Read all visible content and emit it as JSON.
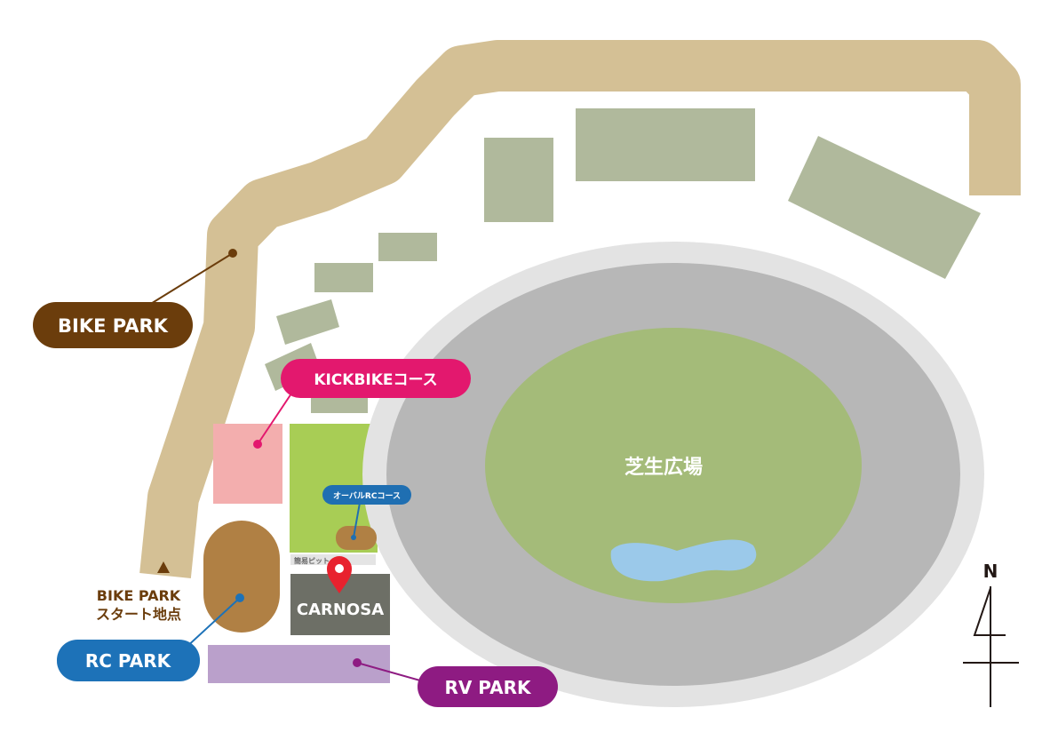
{
  "labels": {
    "bike_park": "BIKE PARK",
    "kickbike": "KICKBIKEコース",
    "oval_rc": "オーバルRCコース",
    "rc_park": "RC PARK",
    "rv_park": "RV PARK",
    "carnosa": "CARNOSA",
    "simple_pit": "簡易ピット",
    "grass_plaza": "芝生広場",
    "bike_start_line1": "BIKE PARK",
    "bike_start_line2": "スタート地点",
    "north": "N"
  },
  "colors": {
    "bike_path": "#d4c095",
    "bike_park_pill": "#6b3d0c",
    "kickbike_pill": "#e3186e",
    "kickbike_area": "#f3aeae",
    "oval_rc_pill": "#1f6fb2",
    "rc_park_pill": "#1d72b8",
    "rc_track": "#b08044",
    "rv_park_pill": "#8e1b82",
    "rv_park_area": "#baa0cb",
    "carnosa_building": "#6d6f66",
    "green_field": "#a8cd55",
    "outer_ring": "#e3e3e3",
    "track_gray": "#b7b7b7",
    "grass_oval": "#a4bb79",
    "pond": "#9bc9ea",
    "buildings": "#b0b99c",
    "marker": "#e8222e",
    "north_arrow": "#231815"
  }
}
